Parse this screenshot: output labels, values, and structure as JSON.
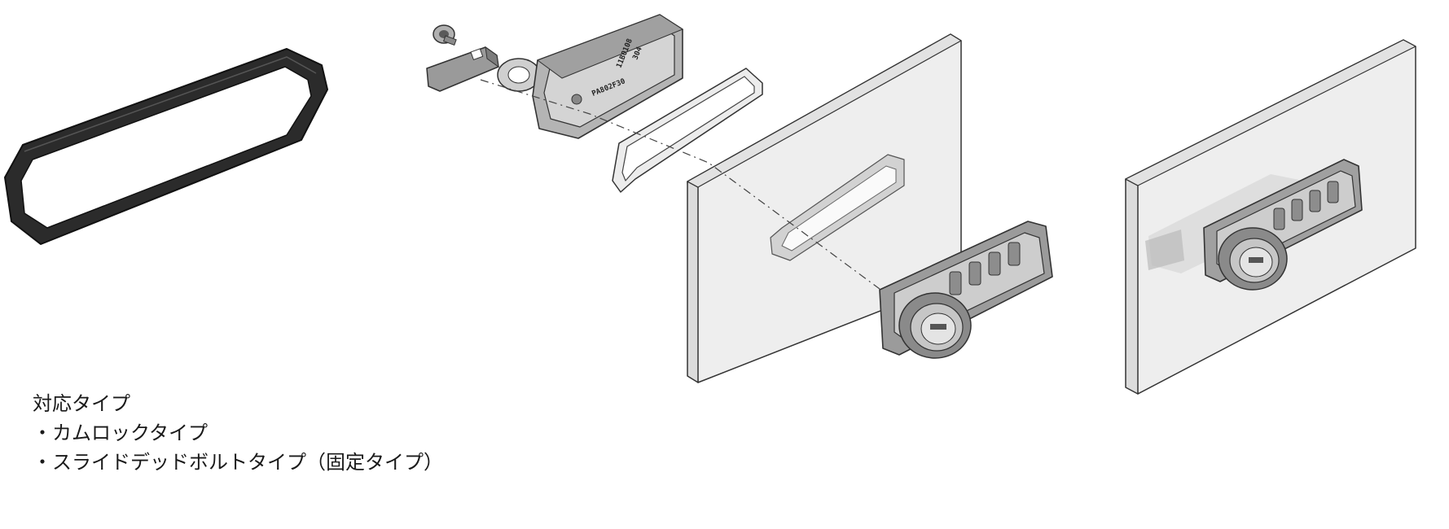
{
  "caption": {
    "heading": "対応タイプ",
    "items": [
      "・カムロックタイプ",
      "・スライドデッドボルトタイプ（固定タイプ）"
    ]
  },
  "lock_rear_markings": {
    "model": "PA802F30",
    "lot": "11B0108",
    "code": "304"
  },
  "colors": {
    "gasket": "#1b1b1b",
    "panel_face": "#eeeeee",
    "panel_edge": "#dcdcdc",
    "metal": "#a6a6a6",
    "line": "#444444"
  }
}
